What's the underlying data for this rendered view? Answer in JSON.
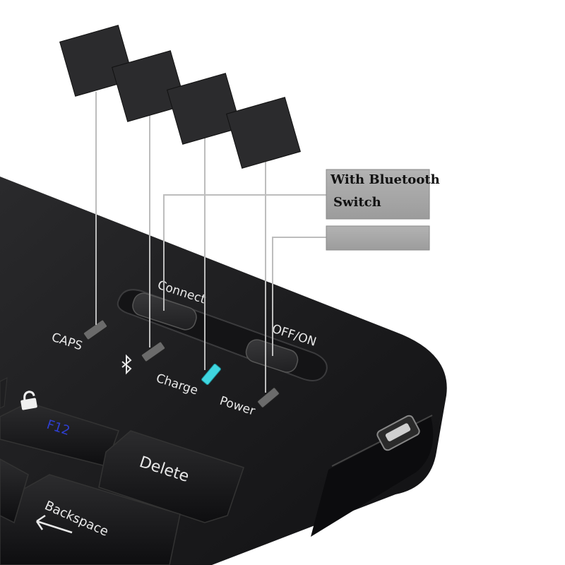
{
  "product": "Bluetooth keyboard indicator and switch detail",
  "callouts": {
    "switch_label_line1": "With Bluetooth",
    "switch_label_line2": "Switch"
  },
  "keyboard_labels": {
    "connect": "Connect",
    "off_on": "OFF/ON",
    "caps": "CAPS",
    "charge": "Charge",
    "power": "Power",
    "f12": "F12",
    "delete": "Delete",
    "backspace": "Backspace"
  },
  "icons": {
    "bluetooth": "bluetooth-icon",
    "lock": "lock-icon",
    "arrow": "left-arrow-icon"
  },
  "colors": {
    "keyboard_body": "#1b1b1d",
    "charge_led": "#3fd6e0",
    "f12_text": "#2f3fd0",
    "callout_box": "#a9a9a9"
  }
}
